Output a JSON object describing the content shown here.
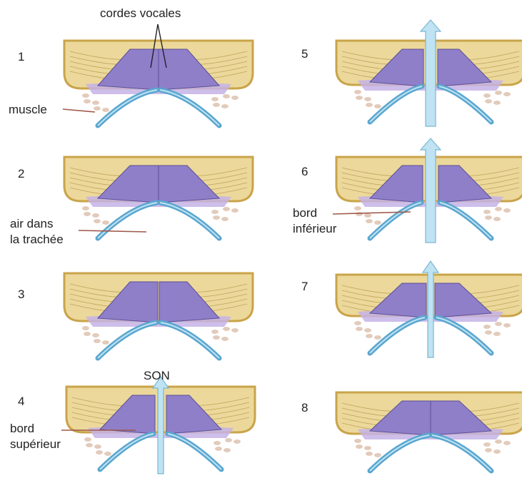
{
  "panels": [
    {
      "number": "1",
      "state": "closed"
    },
    {
      "number": "2",
      "state": "airflow-below"
    },
    {
      "number": "3",
      "state": "pushing-up"
    },
    {
      "number": "4",
      "state": "open-upper-sound"
    },
    {
      "number": "5",
      "state": "open-flow"
    },
    {
      "number": "6",
      "state": "open-flow-lower"
    },
    {
      "number": "7",
      "state": "closing"
    },
    {
      "number": "8",
      "state": "closed"
    }
  ],
  "labels": {
    "cordes_vocales": "cordes vocales",
    "muscle": "muscle",
    "air_line1": "air dans",
    "air_line2": "la trachée",
    "son": "SON",
    "bord_sup_line1": "bord",
    "bord_sup_line2": "supérieur",
    "bord_inf_line1": "bord",
    "bord_inf_line2": "inférieur"
  },
  "colors": {
    "tissue": "#ecd89a",
    "tissue_stroke": "#9a7a2a",
    "cartilage_outline": "#c9a44a",
    "fold": "#8f7fc9",
    "fold_dark": "#5a4f96",
    "mucosa": "#c5b3e6",
    "trachea": "#5aa6cf",
    "trachea_light": "#bfe3f3",
    "air": "#bfe3f2",
    "air_stroke": "#7ab6d4",
    "speckle": "#d8b9a4",
    "leader": "#a0584a"
  }
}
